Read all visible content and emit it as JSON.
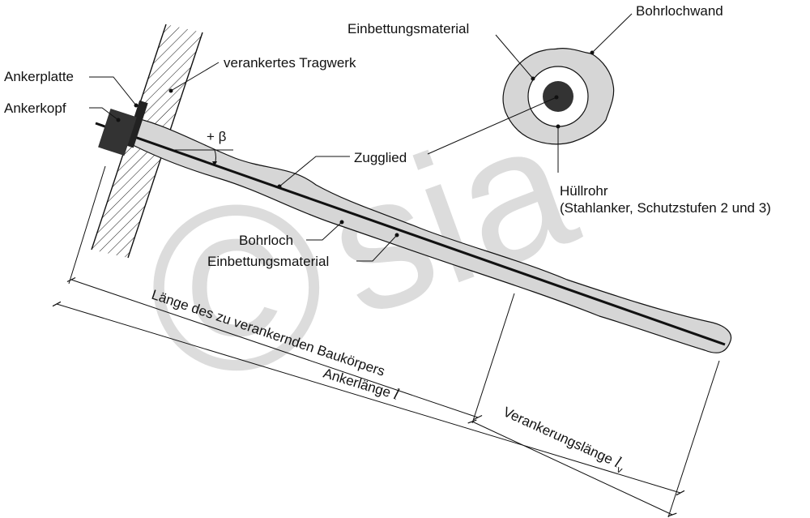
{
  "labels": {
    "ankerplatte": "Ankerplatte",
    "ankerkopf": "Ankerkopf",
    "tragwerk": "verankertes Tragwerk",
    "beta": "+ β",
    "zugglied": "Zugglied",
    "bohrloch": "Bohrloch",
    "einbettung_main": "Einbettungsmaterial",
    "einbettung_section": "Einbettungsmaterial",
    "bohrlochwand": "Bohrlochwand",
    "huellrohr": "Hüllrohr",
    "huellrohr_note": "(Stahlanker, Schutzstufen 2 und 3)",
    "dim_baukoerper": "Länge des zu verankernden Baukörpers",
    "dim_ankerlaenge": "Ankerlänge",
    "dim_ankerlaenge_symbol": "l",
    "dim_verankerung": "Verankerungslänge",
    "dim_verankerung_symbol": "l",
    "dim_verankerung_sub": "v"
  },
  "watermark": {
    "copyright": "©",
    "text": "sia"
  },
  "colors": {
    "grout": "#d6d6d6",
    "steel": "#111111",
    "anchor_head": "#333333",
    "watermark": "#d9d9d9"
  }
}
